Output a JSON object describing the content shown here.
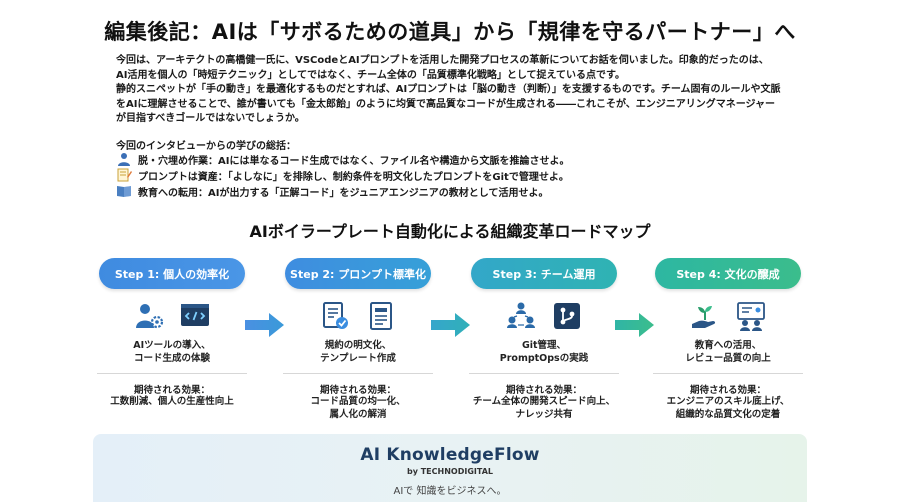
{
  "title": "編集後記：AIは「サボるための道具」から「規律を守るパートナー」へ",
  "intro": [
    "今回は、アーキテクトの高橋健一氏に、VSCodeとAIプロンプトを活用した開発プロセスの革新についてお話を伺いました。印象的だったのは、",
    "AI活用を個人の「時短テクニック」としてではなく、チーム全体の「品質標準化戦略」として捉えている点です。",
    "静的スニペットが「手の動き」を最適化するものだとすれば、AIプロンプトは「脳の動き（判断）」を支援するものです。チーム固有のルールや文脈",
    "をAIに理解させることで、誰が書いても「金太郎飴」のように均質で高品質なコードが生成される――これこそが、エンジニアリングマネージャー",
    "が目指すべきゴールではないでしょうか。"
  ],
  "learnings": {
    "heading": "今回のインタビューからの学びの総括：",
    "items": [
      {
        "icon": "user-icon",
        "text": "脱・穴埋め作業：AIには単なるコード生成ではなく、ファイル名や構造から文脈を推論させよ。"
      },
      {
        "icon": "memo-icon",
        "text": "プロンプトは資産：「よしなに」を排除し、制約条件を明文化したプロンプトをGitで管理せよ。"
      },
      {
        "icon": "book-icon",
        "text": "教育への転用：AIが出力する「正解コード」をジュニアエンジニアの教材として活用せよ。"
      }
    ]
  },
  "roadmap": {
    "title": "AIボイラープレート自動化による組織変革ロードマップ",
    "effect_label": "期待される効果：",
    "steps": [
      {
        "label": "Step 1: 個人の効率化",
        "desc": [
          "AIツールの導入、",
          "コード生成の体験"
        ],
        "effect": [
          "工数削減、個人の生産性向上"
        ],
        "color": "#4a90e2"
      },
      {
        "label": "Step 2: プロンプト標準化",
        "desc": [
          "規約の明文化、",
          "テンプレート作成"
        ],
        "effect": [
          "コード品質の均一化、",
          "属人化の解消"
        ],
        "color": "#3a9ad9"
      },
      {
        "label": "Step 3: チーム運用",
        "desc": [
          "Git管理、",
          "PromptOpsの実践"
        ],
        "effect": [
          "チーム全体の開発スピード向上、",
          "ナレッジ共有"
        ],
        "color": "#30aebc"
      },
      {
        "label": "Step 4: 文化の醸成",
        "desc": [
          "教育への活用、",
          "レビュー品質の向上"
        ],
        "effect": [
          "エンジニアのスキル底上げ、",
          "組織的な品質文化の定着"
        ],
        "color": "#33b895"
      }
    ]
  },
  "footer": {
    "brand": "AI KnowledgeFlow",
    "by_prefix": "by ",
    "by_company": "TECHNODIGITAL",
    "tagline": "AIで 知識をビジネスへ。"
  }
}
